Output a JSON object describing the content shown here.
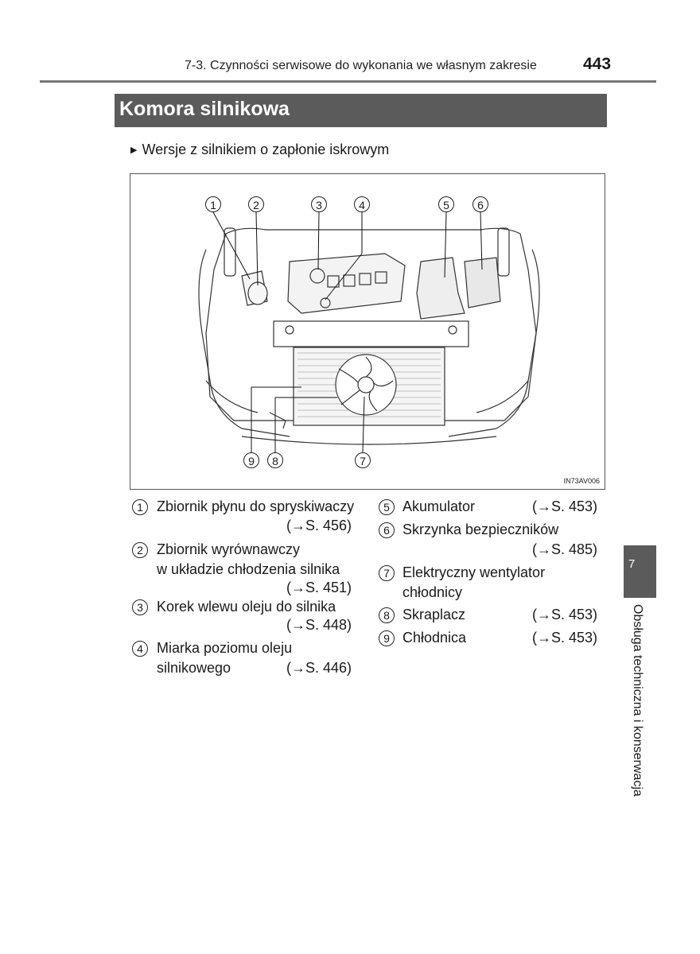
{
  "header": {
    "section": "7-3. Czynności serwisowe do wykonania we własnym zakresie",
    "page_number": "443"
  },
  "title": "Komora silnikowa",
  "subtitle": "Wersje z silnikiem o zapłonie iskrowym",
  "figure": {
    "code": "IN73AV006",
    "callouts": [
      "1",
      "2",
      "3",
      "4",
      "5",
      "6",
      "7",
      "8",
      "9"
    ]
  },
  "items": [
    {
      "num": "1",
      "line1": "Zbiornik płynu do spryskiwaczy",
      "line2": "",
      "ref": "(→S. 456)"
    },
    {
      "num": "2",
      "line1": "Zbiornik wyrównawczy",
      "line2": "w układzie chłodzenia silnika",
      "ref": "(→S. 451)"
    },
    {
      "num": "3",
      "line1": "Korek wlewu oleju do silnika",
      "line2": "",
      "ref": "(→S. 448)"
    },
    {
      "num": "4",
      "line1": "Miarka poziomu oleju",
      "line2": "silnikowego",
      "ref": "(→S. 446)"
    },
    {
      "num": "5",
      "line1": "Akumulator",
      "line2": "",
      "ref": "(→S. 453)"
    },
    {
      "num": "6",
      "line1": "Skrzynka bezpieczników",
      "line2": "",
      "ref": "(→S. 485)"
    },
    {
      "num": "7",
      "line1": "Elektryczny wentylator",
      "line2": "chłodnicy",
      "ref": ""
    },
    {
      "num": "8",
      "line1": "Skraplacz",
      "line2": "",
      "ref": "(→S. 453)"
    },
    {
      "num": "9",
      "line1": "Chłodnica",
      "line2": "",
      "ref": "(→S. 453)"
    }
  ],
  "chapter": {
    "number": "7",
    "title": "Obsługa techniczna i konserwacja"
  }
}
